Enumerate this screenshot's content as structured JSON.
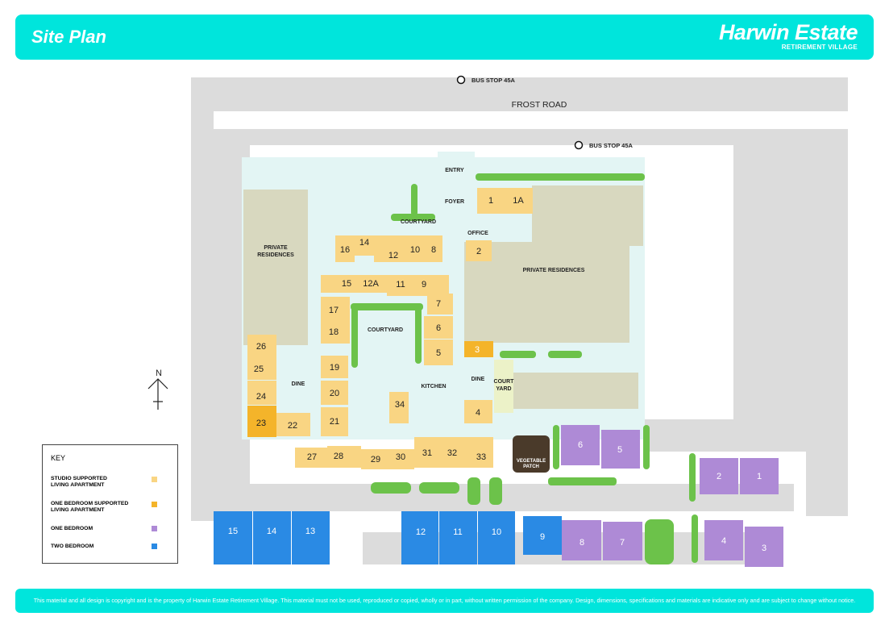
{
  "header": {
    "title": "Site Plan",
    "brand_name": "Harwin Estate",
    "brand_sub": "RETIREMENT VILLAGE"
  },
  "footer": {
    "text": "This material and all design is copyright and is the property of Harwin Estate Retirement Village. This material must not be used, reproduced or copied, wholly or in part, without written permission of the company. Design, dimensions, specifications and materials are indicative only and are subject to change without notice."
  },
  "map": {
    "road_name": "FROST ROAD",
    "bus_stop_1": "BUS STOP 45A",
    "bus_stop_2": "BUS STOP 45A",
    "north": "N",
    "areas": {
      "entry": "ENTRY",
      "foyer": "FOYER",
      "courtyard_1": "COURTYARD",
      "office": "OFFICE",
      "private_res_left_1": "PRIVATE",
      "private_res_left_2": "RESIDENCES",
      "private_res_right": "PRIVATE RESIDENCES",
      "courtyard_2": "COURTYARD",
      "kitchen": "KITCHEN",
      "dine_1": "DINE",
      "dine_2": "DINE",
      "court_1": "COURT",
      "court_2": "YARD",
      "veg_1": "VEGETABLE",
      "veg_2": "PATCH"
    },
    "units": {
      "u1": "1",
      "u1a": "1A",
      "u2": "2",
      "u3": "3",
      "u4": "4",
      "u5": "5",
      "u6": "6",
      "u7": "7",
      "u8": "8",
      "u9": "9",
      "u10": "10",
      "u11": "11",
      "u12": "12",
      "u12a": "12A",
      "u14": "14",
      "u15": "15",
      "u16": "16",
      "u17": "17",
      "u18": "18",
      "u19": "19",
      "u20": "20",
      "u21": "21",
      "u22": "22",
      "u23": "23",
      "u24": "24",
      "u25": "25",
      "u26": "26",
      "u27": "27",
      "u28": "28",
      "u29": "29",
      "u30": "30",
      "u31": "31",
      "u32": "32",
      "u33": "33",
      "u34": "34",
      "o6": "6",
      "o5": "5",
      "o2": "2",
      "o1": "1",
      "o8": "8",
      "o7": "7",
      "o4": "4",
      "o3": "3",
      "t15": "15",
      "t14": "14",
      "t13": "13",
      "t12": "12",
      "t11": "11",
      "t10": "10",
      "t9": "9"
    }
  },
  "key": {
    "title": "KEY",
    "items": [
      {
        "line1": "STUDIO SUPPORTED",
        "line2": "LIVING APARTMENT",
        "color": "#f9d583"
      },
      {
        "line1": "ONE BEDROOM SUPPORTED",
        "line2": "LIVING APARTMENT",
        "color": "#f4b42a"
      },
      {
        "line1": "ONE BEDROOM",
        "line2": "",
        "color": "#ae8ad6"
      },
      {
        "line1": "TWO BEDROOM",
        "line2": "",
        "color": "#2a8ae4"
      }
    ]
  }
}
